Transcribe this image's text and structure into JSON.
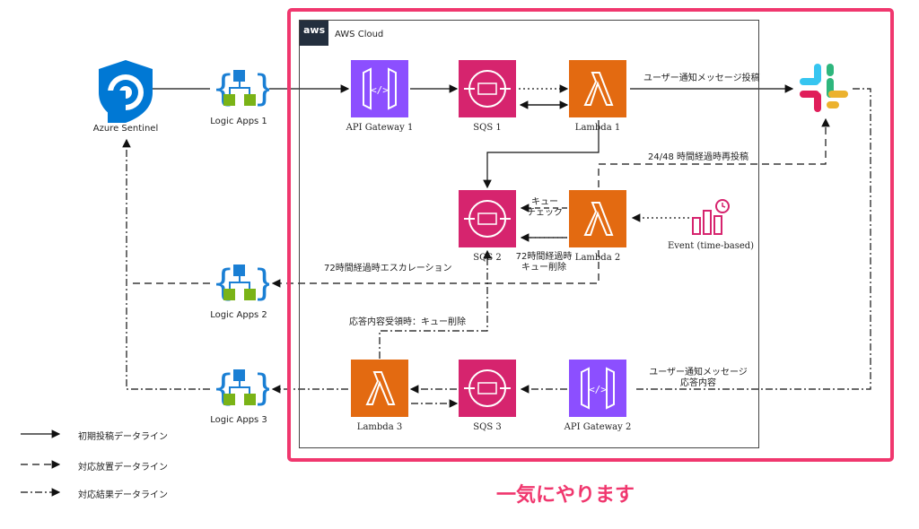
{
  "aws_cloud_label": "AWS Cloud",
  "aws_logo_text": "aws",
  "nodes": {
    "sentinel": "Azure Sentinel",
    "logic_apps_1": "Logic Apps 1",
    "logic_apps_2": "Logic Apps 2",
    "logic_apps_3": "Logic Apps 3",
    "api_gateway_1": "API Gateway 1",
    "api_gateway_2": "API Gateway 2",
    "sqs_1": "SQS 1",
    "sqs_2": "SQS 2",
    "sqs_3": "SQS 3",
    "lambda_1": "Lambda 1",
    "lambda_2": "Lambda 2",
    "lambda_3": "Lambda 3",
    "event": "Event (time-based)"
  },
  "edge_labels": {
    "user_notify_post": "ユーザー通知メッセージ投稿",
    "repost_24_48": "24/48 時間経過時再投稿",
    "queue_check_1": "キュー",
    "queue_check_2": "チェック",
    "queue_delete_72_1": "72時間経過時",
    "queue_delete_72_2": "キュー削除",
    "escalation_72": "72時間経過時エスカレーション",
    "response_received": "応答内容受領時：キュー削除",
    "user_response_1": "ユーザー通知メッセージ",
    "user_response_2": "応答内容"
  },
  "legend": {
    "solid": "初期投稿データライン",
    "dashed": "対応放置データライン",
    "dashdot": "対応結果データライン"
  },
  "highlight_caption": "一気にやります",
  "colors": {
    "highlight": "#f0376e",
    "api_gateway": "#8c4fff",
    "sqs": "#d6246e",
    "lambda": "#e36a11",
    "sentinel": "#0078d4",
    "logic_apps_blue": "#1a7fd4",
    "logic_apps_green": "#7ab317"
  }
}
